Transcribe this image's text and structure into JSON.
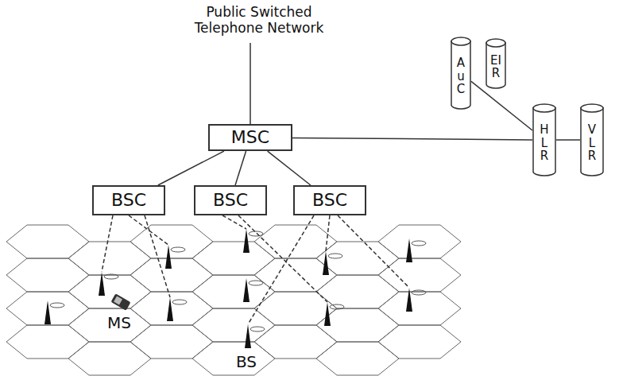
{
  "diagram": {
    "nodes": [
      {
        "text": [
          "MSC"
        ]
      },
      {
        "text": [
          "BSC"
        ]
      },
      {
        "text": [
          "BSC"
        ]
      },
      {
        "text": [
          "BSC"
        ]
      },
      {
        "text": [
          "AuC"
        ]
      },
      {
        "text": [
          "EIR"
        ]
      },
      {
        "text": [
          "HLR"
        ]
      },
      {
        "text": [
          "VLR"
        ]
      }
    ],
    "edges": [
      {
        "from": 0,
        "to": 1,
        "arrow": "none"
      },
      {
        "from": 0,
        "to": 2,
        "arrow": "none"
      },
      {
        "from": 0,
        "to": 3,
        "arrow": "none"
      },
      {
        "from": 0,
        "to": 6,
        "arrow": "none"
      },
      {
        "from": 4,
        "to": 6,
        "arrow": "none"
      },
      {
        "from": 6,
        "to": 7,
        "arrow": "none"
      }
    ],
    "labels": [
      "Public Switched Telephone Network",
      "MS",
      "BS"
    ]
  }
}
